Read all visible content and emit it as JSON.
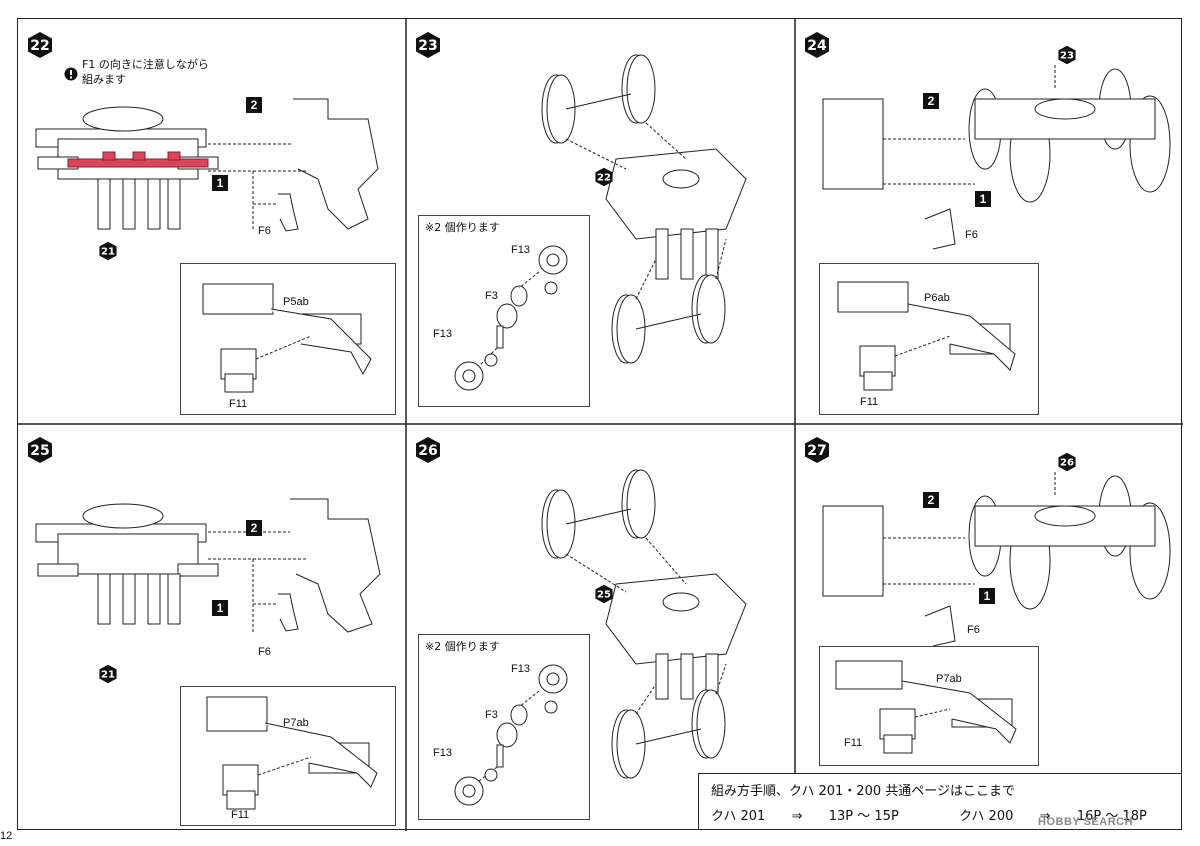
{
  "page_number": "12",
  "watermark": "HOBBY SEARCH",
  "steps": [
    {
      "id": "22",
      "note_line1": "F1 の向きに注意しながら",
      "note_line2": "組みます",
      "parts": [
        "F6"
      ],
      "ref": "21",
      "sub_part_main": "P5ab",
      "sub_part": "F11",
      "arrow1": "1",
      "arrow2": "2"
    },
    {
      "id": "23",
      "note": "※2 個作ります",
      "ref": "22",
      "parts": [
        "F13",
        "F3",
        "F13"
      ]
    },
    {
      "id": "24",
      "ref": "23",
      "parts": [
        "F6"
      ],
      "sub_part_main": "P6ab",
      "sub_part": "F11",
      "arrow1": "1",
      "arrow2": "2"
    },
    {
      "id": "25",
      "ref": "21",
      "parts": [
        "F6"
      ],
      "sub_part_main": "P7ab",
      "sub_part": "F11",
      "arrow1": "1",
      "arrow2": "2"
    },
    {
      "id": "26",
      "note": "※2 個作ります",
      "ref": "25",
      "parts": [
        "F13",
        "F3",
        "F13"
      ]
    },
    {
      "id": "27",
      "ref": "26",
      "parts": [
        "F6"
      ],
      "sub_part_main": "P7ab",
      "sub_part": "F11",
      "arrow1": "1",
      "arrow2": "2"
    }
  ],
  "summary": {
    "line1": "組み方手順、クハ 201・200 共通ページはここまで",
    "kuha201_label": "クハ 201",
    "kuha201_arrow": "⇒",
    "kuha201_pages": "13P ～ 15P",
    "kuha200_label": "クハ 200",
    "kuha200_arrow": "⇒",
    "kuha200_pages": "16P ～ 18P"
  }
}
